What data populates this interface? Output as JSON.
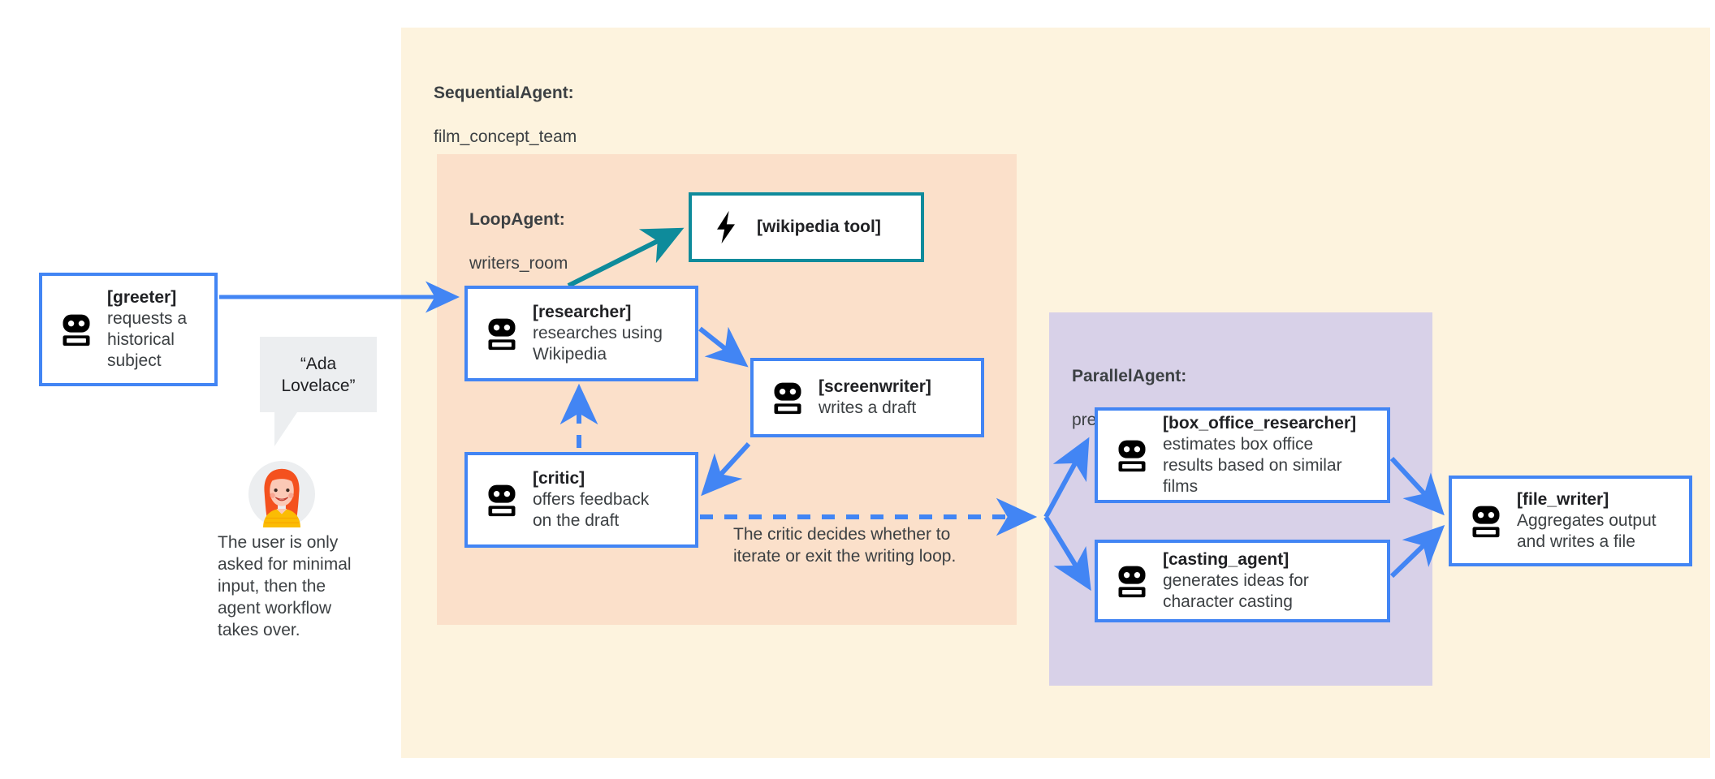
{
  "diagram": {
    "title_visible": false
  },
  "panels": {
    "sequential": {
      "type_label": "SequentialAgent:",
      "name_label": "film_concept_team",
      "bg_color": "#fdf3de"
    },
    "loop": {
      "type_label": "LoopAgent:",
      "name_label": "writers_room",
      "bg_color": "#fbe0ca"
    },
    "parallel": {
      "type_label": "ParallelAgent:",
      "name_label": "preproduction_team",
      "bg_color": "#d8d1e8"
    }
  },
  "nodes": {
    "greeter": {
      "name": "[greeter]",
      "description": "requests a\nhistorical\nsubject",
      "icon": "robot-icon",
      "border_color": "#4285f4"
    },
    "wikipedia_tool": {
      "name": "[wikipedia tool]",
      "description": "",
      "icon": "lightning-bolt-icon",
      "border_color": "#0e8b9b"
    },
    "researcher": {
      "name": "[researcher]",
      "description": "researches using\nWikipedia",
      "icon": "robot-icon",
      "border_color": "#4285f4"
    },
    "screenwriter": {
      "name": "[screenwriter]",
      "description": "writes a draft",
      "icon": "robot-icon",
      "border_color": "#4285f4"
    },
    "critic": {
      "name": "[critic]",
      "description": "offers feedback\non the draft",
      "icon": "robot-icon",
      "border_color": "#4285f4"
    },
    "box_office_researcher": {
      "name": "[box_office_researcher]",
      "description": "estimates box office\nresults based on similar\nfilms",
      "icon": "robot-icon",
      "border_color": "#4285f4"
    },
    "casting_agent": {
      "name": "[casting_agent]",
      "description": "generates ideas for\ncharacter casting",
      "icon": "robot-icon",
      "border_color": "#4285f4"
    },
    "file_writer": {
      "name": "[file_writer]",
      "description": "Aggregates output\nand writes a file",
      "icon": "robot-icon",
      "border_color": "#4285f4"
    }
  },
  "annotations": {
    "speech_bubble": "“Ada\nLovelace”",
    "user_note": "The user is only\nasked for minimal\ninput, then the\nagent workflow\ntakes over.",
    "critic_loop_note": "The critic decides whether to\niterate or exit the writing loop."
  },
  "avatar": {
    "icon": "user-avatar-icon",
    "hair_color": "#f4511e",
    "shirt_color": "#fbbc04",
    "circle_color": "#eceef0"
  },
  "edges": {
    "arrow_color": "#4285f4",
    "tool_arrow_color": "#0e8b9b",
    "list": [
      {
        "from": "greeter",
        "to": "researcher",
        "style": "solid"
      },
      {
        "from": "researcher",
        "to": "wikipedia_tool",
        "style": "solid"
      },
      {
        "from": "researcher",
        "to": "screenwriter",
        "style": "solid"
      },
      {
        "from": "screenwriter",
        "to": "critic",
        "style": "solid"
      },
      {
        "from": "critic",
        "to": "researcher",
        "style": "dashed"
      },
      {
        "from": "critic",
        "to": "preproduction_team",
        "style": "dashed"
      },
      {
        "from": "preproduction_team",
        "to": "box_office_researcher",
        "style": "solid"
      },
      {
        "from": "preproduction_team",
        "to": "casting_agent",
        "style": "solid"
      },
      {
        "from": "box_office_researcher",
        "to": "file_writer",
        "style": "solid"
      },
      {
        "from": "casting_agent",
        "to": "file_writer",
        "style": "solid"
      }
    ]
  }
}
